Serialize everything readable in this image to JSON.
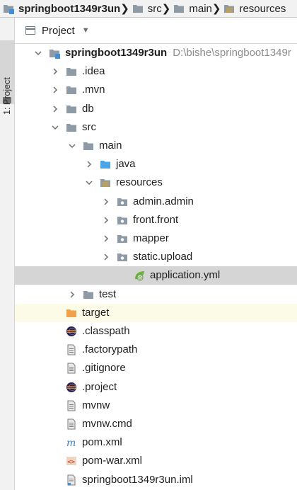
{
  "breadcrumb": [
    {
      "label": "springboot1349r3un",
      "icon": "module-folder-icon"
    },
    {
      "label": "src",
      "icon": "folder-icon"
    },
    {
      "label": "main",
      "icon": "folder-icon"
    },
    {
      "label": "resources",
      "icon": "resources-folder-icon"
    }
  ],
  "toolstrip": {
    "tab_label": "1: Project"
  },
  "panel": {
    "title": "Project",
    "dropdown_icon": "chevron-down-icon"
  },
  "tree": [
    {
      "label": "springboot1349r3un",
      "path": "D:\\bishe\\springboot1349r",
      "icon": "module-folder-icon",
      "level": 0,
      "toggle": "open"
    },
    {
      "label": ".idea",
      "icon": "folder-icon",
      "level": 1,
      "toggle": "closed"
    },
    {
      "label": ".mvn",
      "icon": "folder-icon",
      "level": 1,
      "toggle": "closed"
    },
    {
      "label": "db",
      "icon": "folder-icon",
      "level": 1,
      "toggle": "closed"
    },
    {
      "label": "src",
      "icon": "folder-icon",
      "level": 1,
      "toggle": "open"
    },
    {
      "label": "main",
      "icon": "folder-icon",
      "level": 2,
      "toggle": "open"
    },
    {
      "label": "java",
      "icon": "source-folder-icon",
      "level": 3,
      "toggle": "closed"
    },
    {
      "label": "resources",
      "icon": "resources-folder-icon",
      "level": 3,
      "toggle": "open"
    },
    {
      "label": "admin.admin",
      "icon": "package-icon",
      "level": 4,
      "toggle": "closed"
    },
    {
      "label": "front.front",
      "icon": "package-icon",
      "level": 4,
      "toggle": "closed"
    },
    {
      "label": "mapper",
      "icon": "package-icon",
      "level": 4,
      "toggle": "closed"
    },
    {
      "label": "static.upload",
      "icon": "package-icon",
      "level": 4,
      "toggle": "closed"
    },
    {
      "label": "application.yml",
      "icon": "spring-config-icon",
      "level": 5,
      "toggle": "none",
      "state": "selected"
    },
    {
      "label": "test",
      "icon": "folder-icon",
      "level": 2,
      "toggle": "closed"
    },
    {
      "label": "target",
      "icon": "excluded-folder-icon",
      "level": 1,
      "toggle": "none",
      "state": "excluded"
    },
    {
      "label": ".classpath",
      "icon": "eclipse-icon",
      "level": 1,
      "toggle": "none"
    },
    {
      "label": ".factorypath",
      "icon": "text-file-icon",
      "level": 1,
      "toggle": "none"
    },
    {
      "label": ".gitignore",
      "icon": "text-file-icon",
      "level": 1,
      "toggle": "none"
    },
    {
      "label": ".project",
      "icon": "eclipse-icon",
      "level": 1,
      "toggle": "none"
    },
    {
      "label": "mvnw",
      "icon": "text-file-icon",
      "level": 1,
      "toggle": "none"
    },
    {
      "label": "mvnw.cmd",
      "icon": "text-file-icon",
      "level": 1,
      "toggle": "none"
    },
    {
      "label": "pom.xml",
      "icon": "maven-icon",
      "level": 1,
      "toggle": "none"
    },
    {
      "label": "pom-war.xml",
      "icon": "xml-file-icon",
      "level": 1,
      "toggle": "none"
    },
    {
      "label": "springboot1349r3un.iml",
      "icon": "iml-file-icon",
      "level": 1,
      "toggle": "none"
    }
  ],
  "colors": {
    "folder": "#8e9aa5",
    "source_folder": "#4aa6e8",
    "excluded_folder": "#f0a14a",
    "selected_row": "#d5d5d5",
    "excluded_row": "#fcfbe8"
  }
}
